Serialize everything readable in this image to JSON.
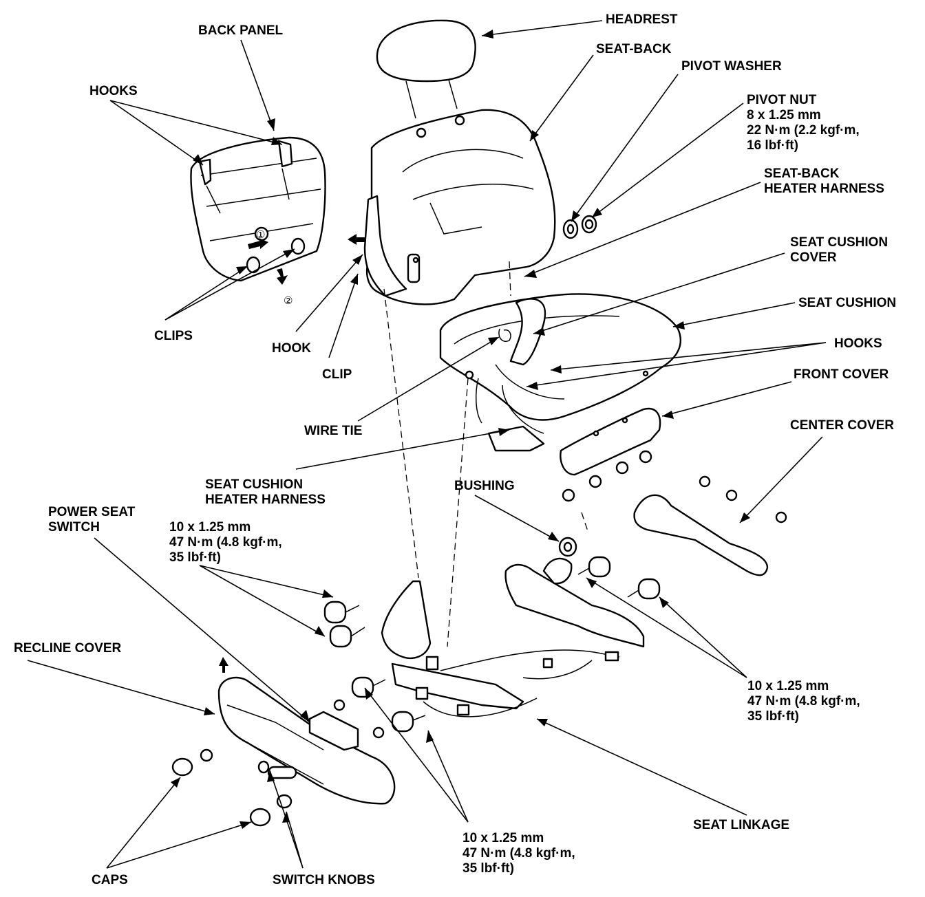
{
  "labels": {
    "headrest": "HEADREST",
    "back_panel": "BACK PANEL",
    "seat_back": "SEAT-BACK",
    "pivot_washer": "PIVOT WASHER",
    "hooks_top": "HOOKS",
    "pivot_nut": "PIVOT NUT",
    "pivot_nut_spec_1": "8 x 1.25 mm",
    "pivot_nut_spec_2": "22 N·m (2.2 kgf·m,",
    "pivot_nut_spec_3": "16 lbf·ft)",
    "seat_back_heater_1": "SEAT-BACK",
    "seat_back_heater_2": "HEATER HARNESS",
    "seat_cushion_cover_1": "SEAT CUSHION",
    "seat_cushion_cover_2": "COVER",
    "seat_cushion": "SEAT CUSHION",
    "hooks_right": "HOOKS",
    "front_cover": "FRONT COVER",
    "clips": "CLIPS",
    "hook": "HOOK",
    "clip": "CLIP",
    "wire_tie": "WIRE TIE",
    "center_cover": "CENTER COVER",
    "cushion_heater_1": "SEAT CUSHION",
    "cushion_heater_2": "HEATER HARNESS",
    "bushing": "BUSHING",
    "power_seat_switch_1": "POWER SEAT",
    "power_seat_switch_2": "SWITCH",
    "bolt_spec_left_1": "10 x 1.25 mm",
    "bolt_spec_left_2": "47 N·m (4.8 kgf·m,",
    "bolt_spec_left_3": "35 lbf·ft)",
    "recline_cover": "RECLINE COVER",
    "bolt_spec_right_1": "10 x 1.25 mm",
    "bolt_spec_right_2": "47 N·m (4.8 kgf·m,",
    "bolt_spec_right_3": "35 lbf·ft)",
    "seat_linkage": "SEAT LINKAGE",
    "bolt_spec_bottom_1": "10 x 1.25 mm",
    "bolt_spec_bottom_2": "47 N·m (4.8 kgf·m,",
    "bolt_spec_bottom_3": "35 lbf·ft)",
    "caps": "CAPS",
    "switch_knobs": "SWITCH KNOBS",
    "step_1": "①",
    "step_2": "②"
  }
}
